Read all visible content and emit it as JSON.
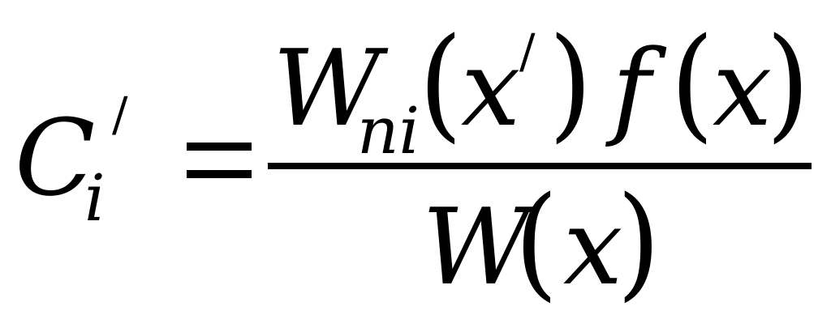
{
  "formula": {
    "lhs": {
      "symbol": "C",
      "subscript": "i",
      "prime": "/"
    },
    "operator": "=",
    "numerator": {
      "w_symbol": "W",
      "w_subscript": "ni",
      "paren_open": "(",
      "arg_symbol": "x",
      "arg_prime": "/",
      "paren_close": ")",
      "f_symbol": "f",
      "f_paren_open": "(",
      "f_arg": "x",
      "f_paren_close": ")"
    },
    "denominator": {
      "w_symbol": "W",
      "paren_open": "(",
      "arg": "x",
      "paren_close": ")"
    }
  }
}
